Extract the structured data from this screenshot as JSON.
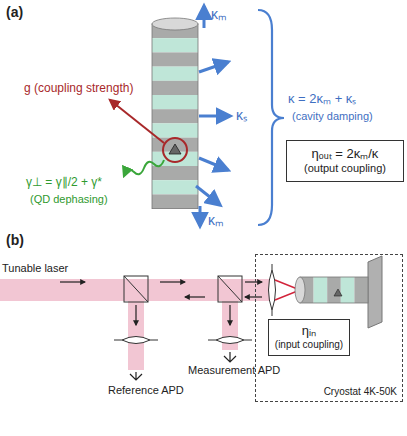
{
  "diagram": {
    "nodes": [
      {
        "text": [
          "ηₒᵤₜ = 2κₘ/κ",
          "(output coupling)"
        ]
      },
      {
        "text": [
          "Cryostat 4K-50K"
        ]
      },
      {
        "text": [
          "ηᵢₙ",
          "(input coupling)"
        ],
        "in": 1
      }
    ],
    "labels": [
      "(a)",
      "κₘ",
      "κₘ",
      "g (coupling strength)",
      "γ⊥ = γ∥/2 + γ*",
      "(QD dephasing)",
      "κₛ",
      "κ = 2κₘ + κₛ",
      "(cavity damping)",
      "(b)",
      "Tunable laser",
      "Reference APD",
      "Measurement APD"
    ]
  }
}
